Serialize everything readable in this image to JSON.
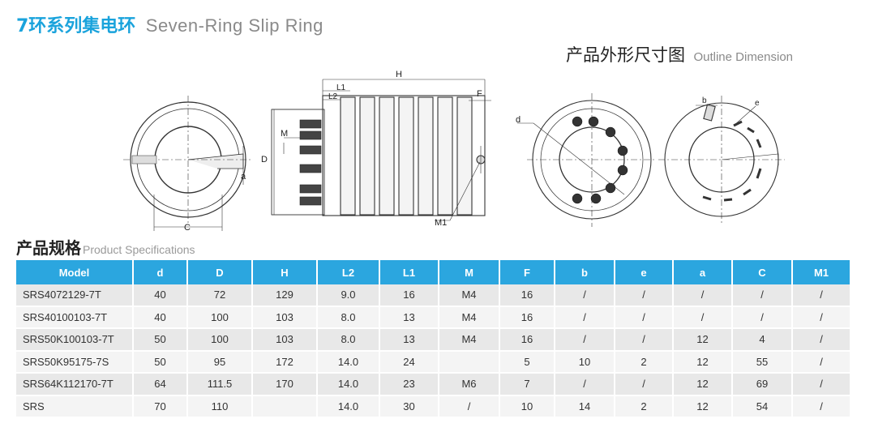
{
  "title": {
    "cn": "7环系列集电环",
    "en": "Seven-Ring Slip Ring"
  },
  "outline": {
    "cn": "产品外形尺寸图",
    "en": "Outline Dimension"
  },
  "specs": {
    "cn": "产品规格",
    "en": "Product Specifications"
  },
  "drawing_labels": {
    "C": "C",
    "a": "a",
    "D": "D",
    "H": "H",
    "L1": "L1",
    "L2": "L2",
    "F": "F",
    "M": "M",
    "M1": "M1",
    "d": "d",
    "b": "b",
    "e": "e"
  },
  "table": {
    "headers": [
      "Model",
      "d",
      "D",
      "H",
      "L2",
      "L1",
      "M",
      "F",
      "b",
      "e",
      "a",
      "C",
      "M1"
    ],
    "rows": [
      [
        "SRS4072129-7T",
        "40",
        "72",
        "129",
        "9.0",
        "16",
        "M4",
        "16",
        "/",
        "/",
        "/",
        "/",
        "/"
      ],
      [
        "SRS40100103-7T",
        "40",
        "100",
        "103",
        "8.0",
        "13",
        "M4",
        "16",
        "/",
        "/",
        "/",
        "/",
        "/"
      ],
      [
        "SRS50K100103-7T",
        "50",
        "100",
        "103",
        "8.0",
        "13",
        "M4",
        "16",
        "/",
        "/",
        "12",
        "4",
        "/"
      ],
      [
        "SRS50K95175-7S",
        "50",
        "95",
        "172",
        "14.0",
        "24",
        "",
        "5",
        "10",
        "2",
        "12",
        "55",
        "/"
      ],
      [
        "SRS64K112170-7T",
        "64",
        "111.5",
        "170",
        "14.0",
        "23",
        "M6",
        "7",
        "/",
        "/",
        "12",
        "69",
        "/"
      ],
      [
        "SRS",
        "70",
        "110",
        "",
        "14.0",
        "30",
        "/",
        "10",
        "14",
        "2",
        "12",
        "54",
        "/"
      ]
    ]
  }
}
